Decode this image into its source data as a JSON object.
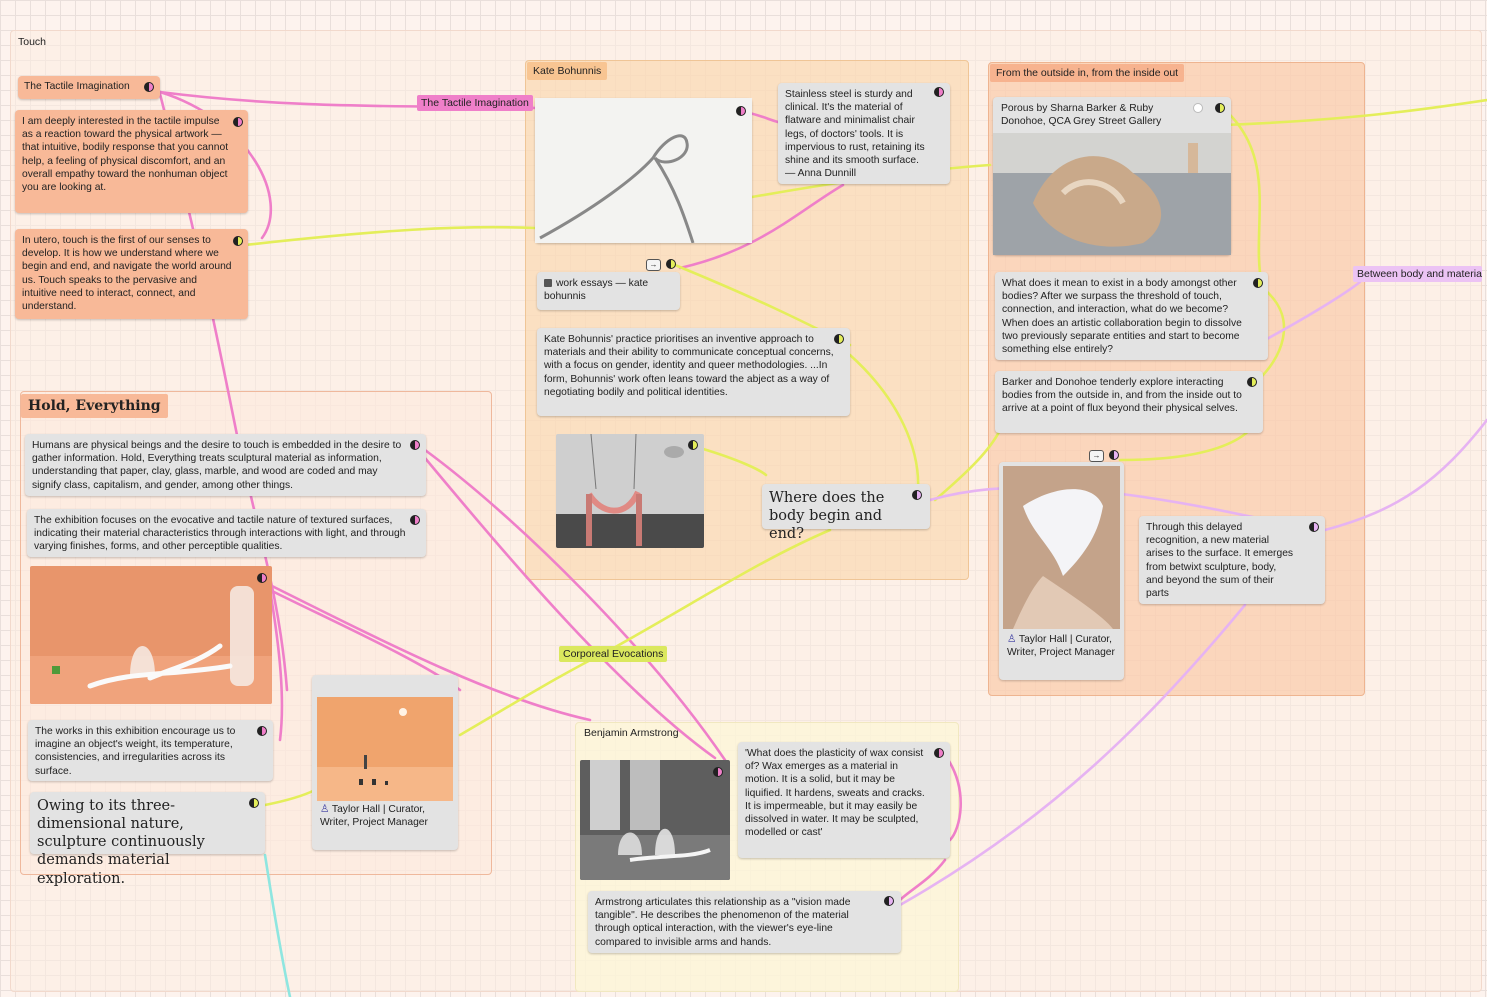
{
  "frames": {
    "touch": "Touch",
    "kate": "Kate Bohunnis",
    "outside": "From the outside in, from the inside out",
    "hold": "Hold, Everything",
    "ben": "Benjamin Armstrong"
  },
  "labels": {
    "tactile_link": "The Tactile Imagination",
    "corporeal": "Corporeal Evocations",
    "between": "Between body and materia"
  },
  "cards": {
    "tactile_title": "The Tactile Imagination",
    "tactile_text": "I am deeply interested in the tactile impulse as a reaction toward the physical artwork — that intuitive, bodily response that you cannot help, a feeling of physical discomfort, and an overall empathy toward the nonhuman object you are looking at.",
    "utero_text": "In utero, touch is the first of our senses to develop. It is how we understand where we begin and end, and navigate the world around us.  Touch speaks to the pervasive and intuitive need to interact, connect, and understand.",
    "steel_text": "Stainless steel is sturdy and clinical. It's the material of flatware and minimalist chair legs, of doctors' tools. It is impervious to rust, retaining its shine and its smooth surface. — Anna Dunnill",
    "work_essays": "work essays — kate bohunnis",
    "kate_practice": "Kate Bohunnis' practice prioritises an inventive approach to materials and their ability to communicate conceptual concerns, with a focus on gender, identity and queer methodologies. ...In form, Bohunnis' work often leans toward the abject as a way of negotiating bodily and political identities.",
    "where_body": "Where does the body begin and end?",
    "porous_caption": "Porous by Sharna Barker & Ruby Donohoe, QCA Grey Street Gallery",
    "what_does": "What does it mean to exist in a body amongst other bodies? After we surpass the threshold of touch, connection, and interaction, what do we become? When does an artistic collaboration begin to dissolve two previously separate entities and start to become something else entirely?",
    "barker": "Barker and Donohoe tenderly explore interacting bodies from the outside in, and from the inside out to arrive at a point of flux beyond their physical selves.",
    "taylor_right": "Taylor Hall | Curator, Writer, Project Manager",
    "delayed": "Through this delayed recognition, a new material arises to the surface. It emerges from betwixt sculpture, body, and beyond the sum of their parts",
    "humans": "Humans are physical beings and the desire to touch is embedded in the desire to gather information. Hold, Everything treats sculptural material as information, understanding that paper, clay, glass, marble, and wood are coded and may signify class, capitalism, and gender, among other things.",
    "exhibition": "The exhibition focuses on the evocative and tactile nature of textured surfaces, indicating their material characteristics through interactions with light, and through varying finishes, forms, and other perceptible qualities.",
    "works": "The works in this exhibition encourage us to imagine an object's weight, its temperature, consistencies, and irregularities across its surface.",
    "owing": "Owing to its three-dimensional nature, sculpture continuously demands material exploration.",
    "taylor_left": "Taylor Hall | Curator, Writer, Project Manager",
    "wax": "'What does the plasticity of wax consist of? Wax emerges as a material in motion. It is a solid, but it may be liquified. It hardens, sweats and cracks. It is impermeable, but it may easily be dissolved in water. It may be sculpted, modelled or cast'",
    "armstrong": "Armstrong articulates this relationship as a \"vision made tangible\". He describes the phenomenon of the material through optical interaction, with the viewer's eye-line compared to invisible arms and hands."
  },
  "icons": {
    "link_dot": "half-circle-dot-icon",
    "external": "external-link-icon",
    "doc": "document-icon",
    "person": "person-icon"
  },
  "colors": {
    "pink": "#ef7fc9",
    "yellow": "#e4ee5a",
    "lilac": "#e6b3f2",
    "teal": "#8fe6e0",
    "peach_card": "#f8b998",
    "grey_card": "#e3e3e3"
  }
}
